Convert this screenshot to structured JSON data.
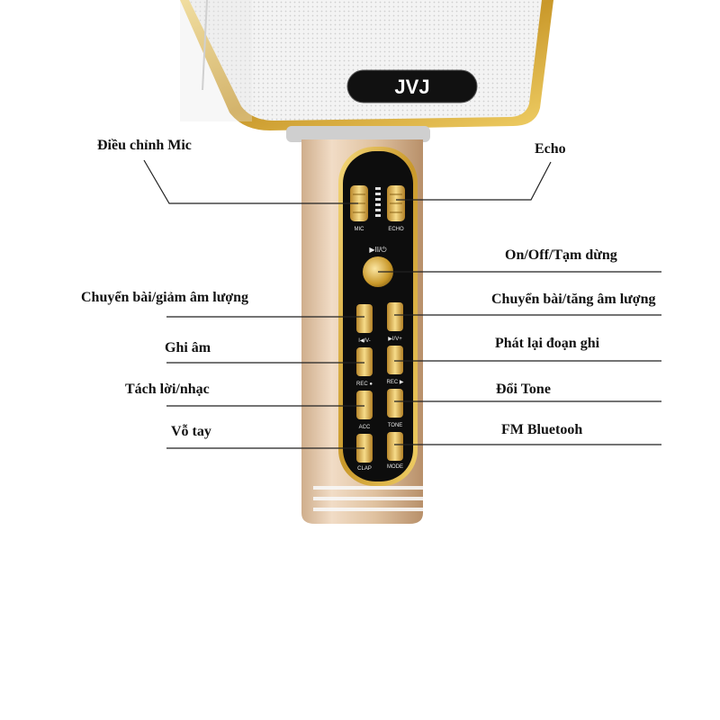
{
  "brand": "JVJ",
  "colors": {
    "gold": "#d9b23a",
    "panel": "#0c0c0c",
    "body": "#e2c7a8",
    "grille": "#f2f2f2",
    "line": "#222222"
  },
  "left_labels": [
    {
      "id": "mic",
      "text": "Điều chỉnh Mic"
    },
    {
      "id": "prev",
      "text": "Chuyển bài/giảm âm lượng"
    },
    {
      "id": "rec",
      "text": "Ghi âm"
    },
    {
      "id": "acc",
      "text": "Tách lời/nhạc"
    },
    {
      "id": "clap",
      "text": "Vỗ tay"
    }
  ],
  "right_labels": [
    {
      "id": "echo",
      "text": "Echo"
    },
    {
      "id": "power",
      "text": "On/Off/Tạm dừng"
    },
    {
      "id": "next",
      "text": "Chuyển bài/tăng âm lượng"
    },
    {
      "id": "play",
      "text": "Phát lại đoạn ghi"
    },
    {
      "id": "tone",
      "text": "Đổi Tone"
    },
    {
      "id": "mode",
      "text": "FM Bluetooh"
    }
  ],
  "button_captions": {
    "mic": "MIC",
    "echo": "ECHO",
    "power": "▶II/⏻",
    "prev": "I◀/V-",
    "next": "▶I/V+",
    "rec": "REC ●",
    "play": "REC ▶",
    "acc": "ACC",
    "tone": "TONE",
    "clap": "CLAP",
    "mode": "MODE"
  },
  "icons": [
    "play-pause-power-icon",
    "volume-meter-icon"
  ]
}
